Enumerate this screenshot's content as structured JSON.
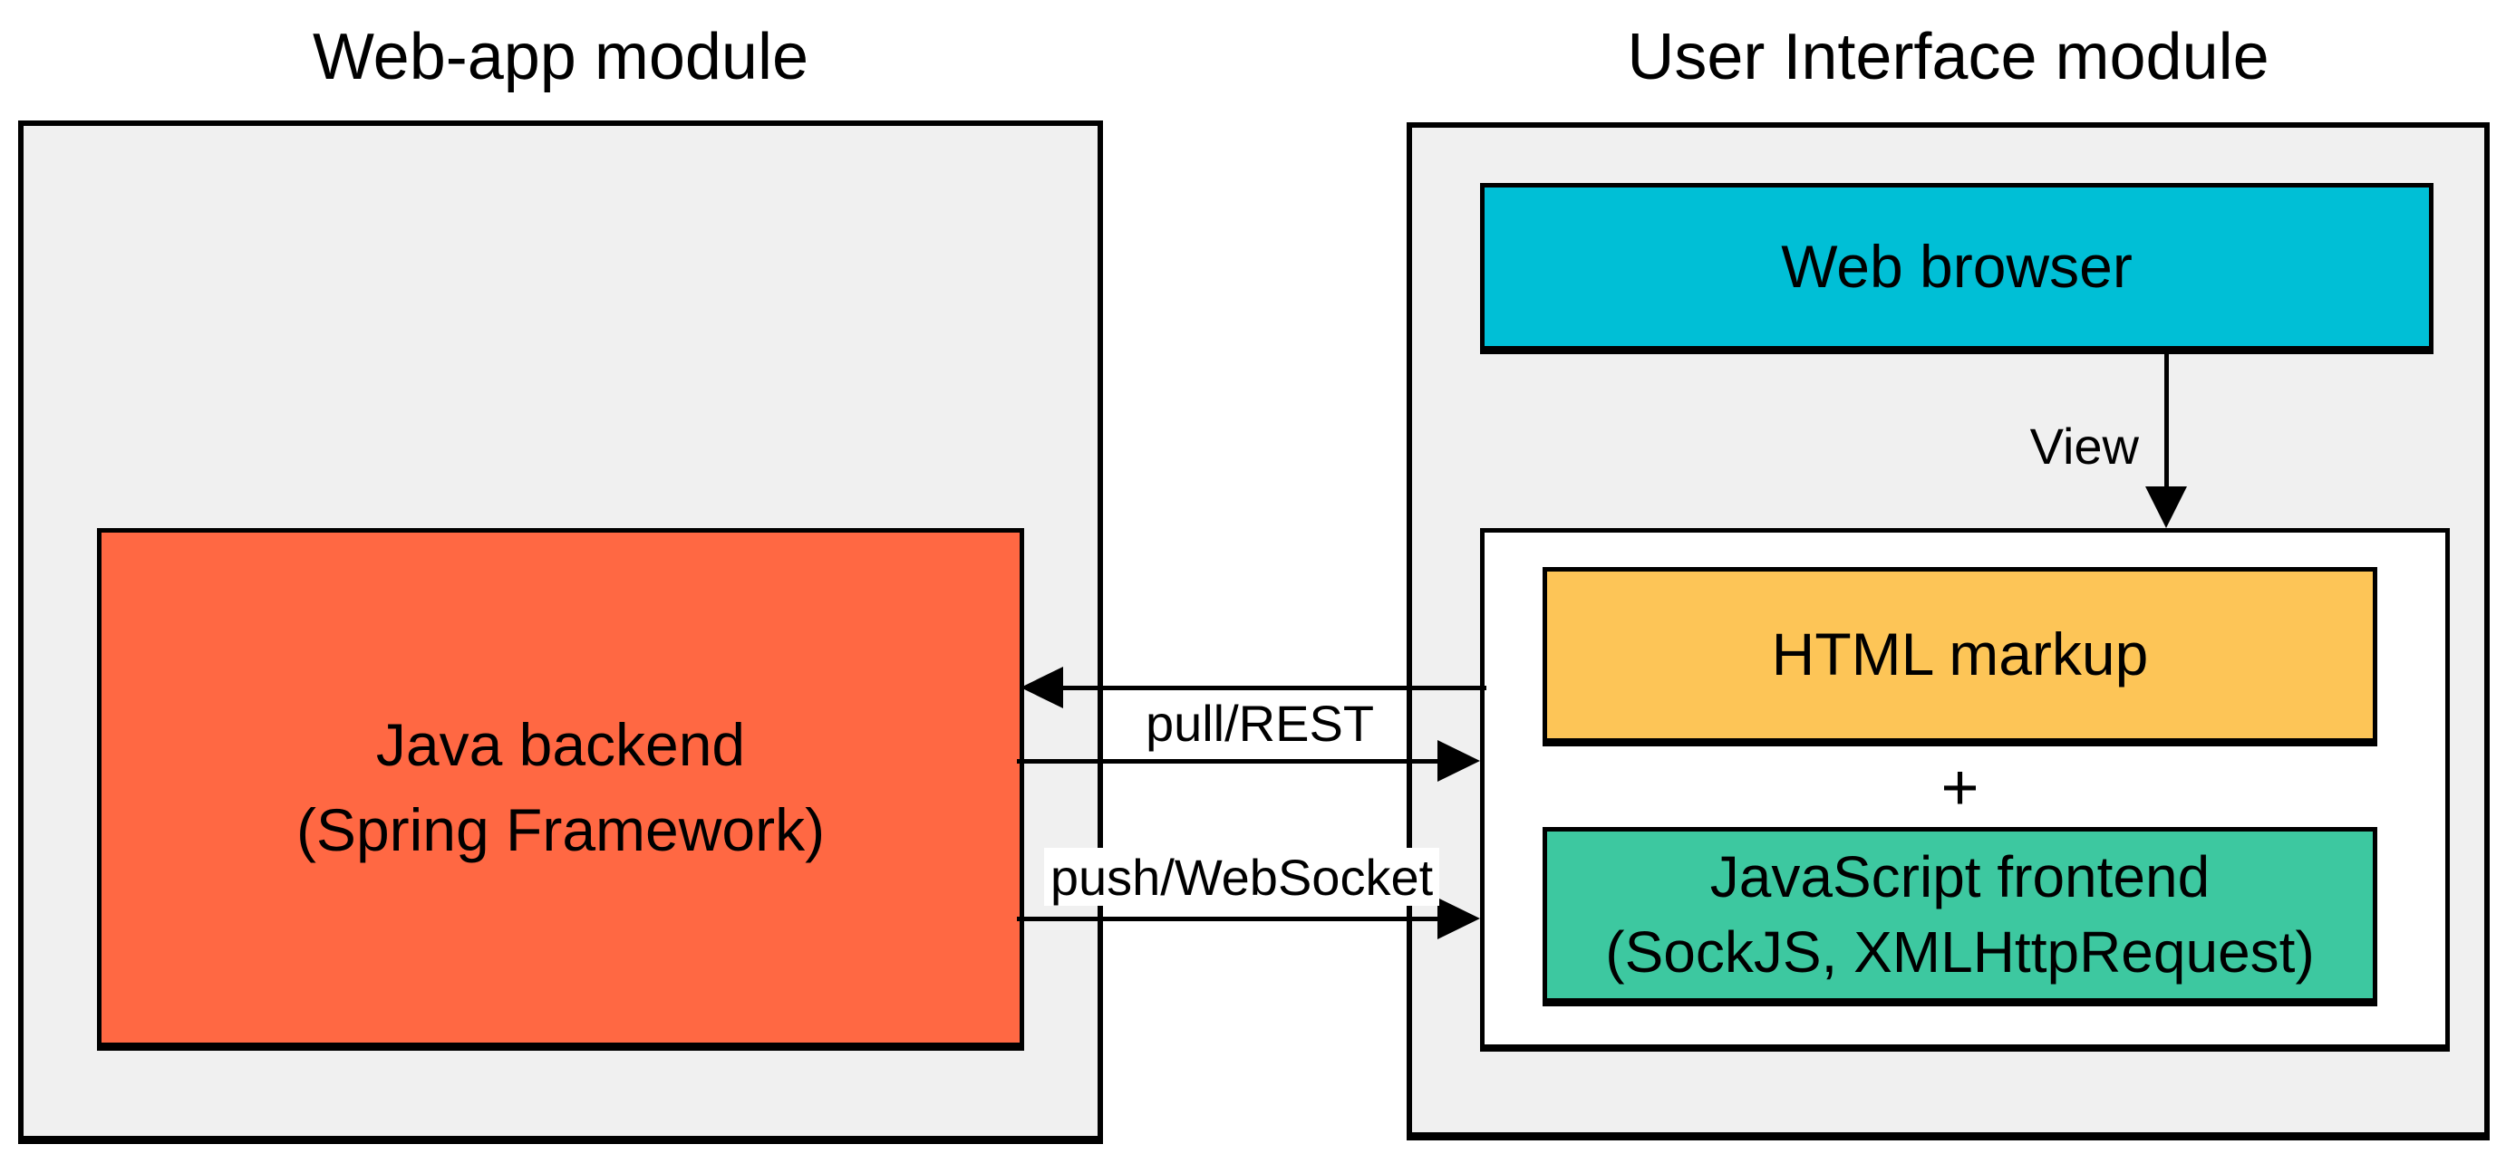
{
  "titles": {
    "left": "Web-app module",
    "right": "User Interface module"
  },
  "nodes": {
    "java_backend": {
      "line1": "Java backend",
      "line2": "(Spring Framework)",
      "color": "#FF6843"
    },
    "web_browser": {
      "label": "Web browser",
      "color": "#00BFD6"
    },
    "html_markup": {
      "label": "HTML markup",
      "color": "#FDC557"
    },
    "plus": "+",
    "js_frontend": {
      "line1": "JavaScript frontend",
      "line2": "(SockJS, XMLHttpRequest)",
      "color": "#3DC8A0"
    }
  },
  "arrows": {
    "view": "View",
    "pull": "pull/REST",
    "push": "push/WebSocket"
  },
  "colors": {
    "module_bg": "#F0F0F0",
    "inner_panel_bg": "#FFFFFF",
    "border": "#000000",
    "canvas_bg": "#FFFFFF"
  }
}
